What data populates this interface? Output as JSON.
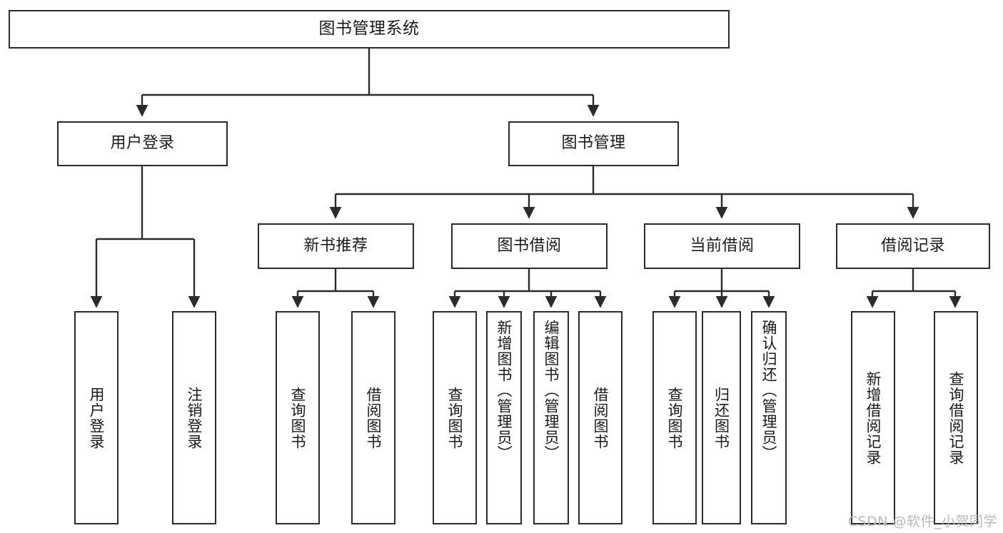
{
  "diagram": {
    "title": "图书管理系统",
    "type": "hierarchy-tree",
    "watermark": "CSDN @软件_小贺同学",
    "colors": {
      "background": "#ffffff",
      "box_border": "#2b2b2b",
      "box_fill": "#ffffff",
      "text": "#1a1a1a",
      "edge": "#2b2b2b",
      "watermark": "#b9b9b9"
    },
    "nodes": {
      "root": {
        "label": "图书管理系统",
        "level": 0
      },
      "l1": [
        {
          "id": "user-login",
          "label": "用户登录",
          "level": 1
        },
        {
          "id": "book-manage",
          "label": "图书管理",
          "level": 1
        }
      ],
      "l2": [
        {
          "id": "new-book-rec",
          "label": "新书推荐",
          "level": 2,
          "parent": "book-manage"
        },
        {
          "id": "book-borrow",
          "label": "图书借阅",
          "level": 2,
          "parent": "book-manage"
        },
        {
          "id": "current-borrow",
          "label": "当前借阅",
          "level": 2,
          "parent": "book-manage"
        },
        {
          "id": "borrow-record",
          "label": "借阅记录",
          "level": 2,
          "parent": "book-manage"
        }
      ],
      "leaves": [
        {
          "id": "leaf-user-login",
          "label": "用户登录",
          "parent": "user-login"
        },
        {
          "id": "leaf-user-logout",
          "label": "注销登录",
          "parent": "user-login"
        },
        {
          "id": "leaf-query-book-1",
          "label": "查询图书",
          "parent": "new-book-rec"
        },
        {
          "id": "leaf-borrow-book-1",
          "label": "借阅图书",
          "parent": "new-book-rec"
        },
        {
          "id": "leaf-query-book-2",
          "label": "查询图书",
          "parent": "book-borrow"
        },
        {
          "id": "leaf-add-book",
          "label": "新增图书（管理员）",
          "parent": "book-borrow"
        },
        {
          "id": "leaf-edit-book",
          "label": "编辑图书（管理员）",
          "parent": "book-borrow"
        },
        {
          "id": "leaf-borrow-book-2",
          "label": "借阅图书",
          "parent": "book-borrow"
        },
        {
          "id": "leaf-query-book-3",
          "label": "查询图书",
          "parent": "current-borrow"
        },
        {
          "id": "leaf-return-book",
          "label": "归还图书",
          "parent": "current-borrow"
        },
        {
          "id": "leaf-confirm-return",
          "label": "确认归还（管理员）",
          "parent": "current-borrow"
        },
        {
          "id": "leaf-add-record",
          "label": "新增借阅记录",
          "parent": "borrow-record"
        },
        {
          "id": "leaf-query-record",
          "label": "查询借阅记录",
          "parent": "borrow-record"
        }
      ]
    }
  }
}
